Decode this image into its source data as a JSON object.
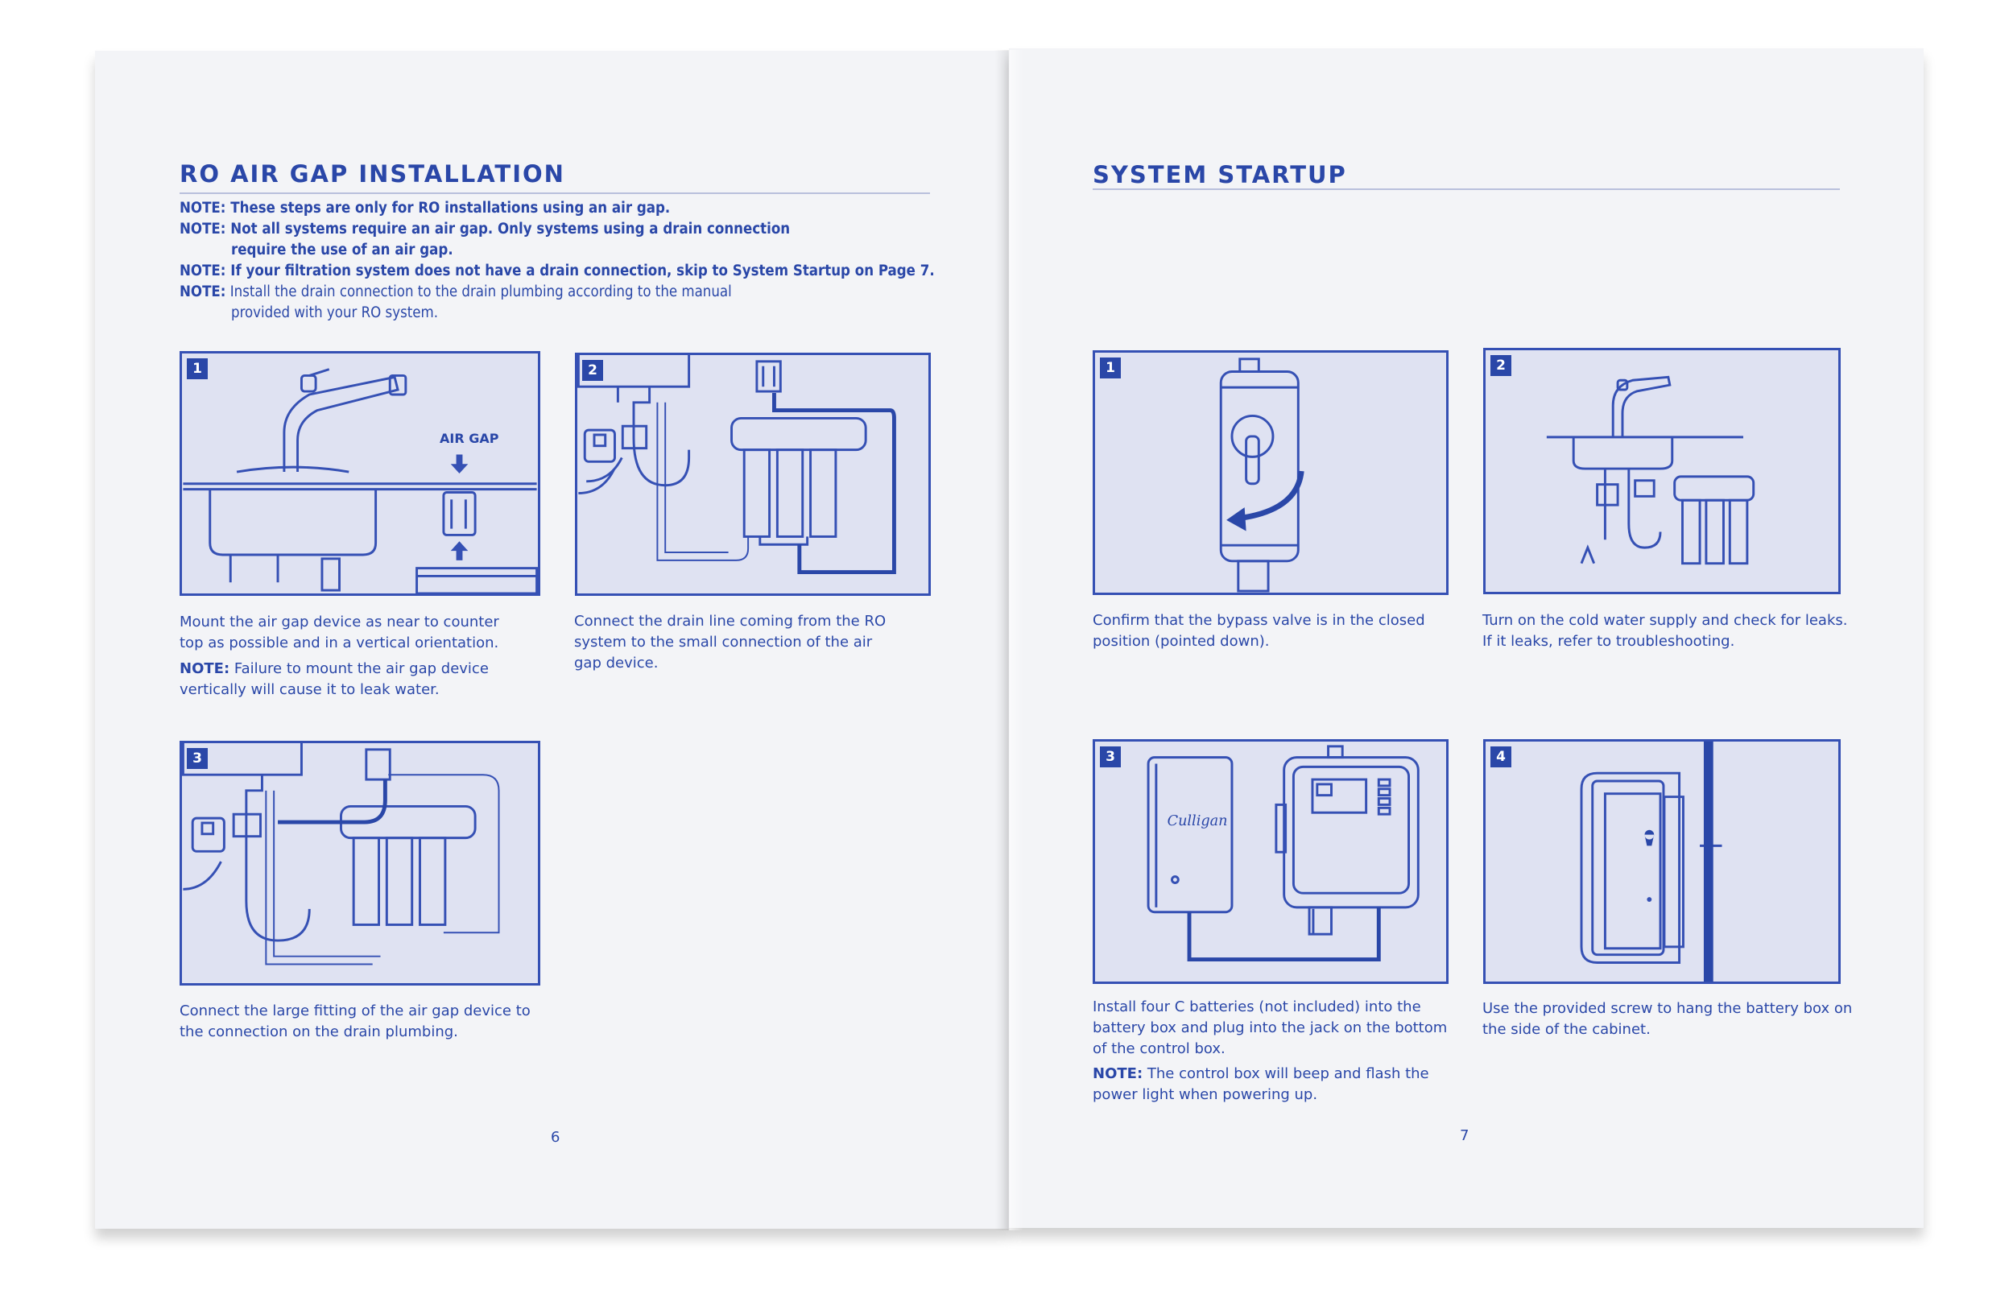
{
  "left_page": {
    "title": "RO AIR GAP INSTALLATION",
    "notes": [
      {
        "label": "NOTE:",
        "text": "These steps are only for RO installations using an air gap."
      },
      {
        "label": "NOTE:",
        "text": "Not all systems require an air gap. Only systems using a drain connection",
        "text2": "require the use of an air gap."
      },
      {
        "label": "NOTE:",
        "text": "If your filtration system does not have a drain connection, skip to System Startup on Page 7."
      },
      {
        "label": "NOTE:",
        "text": "Install the drain connection to the drain plumbing according to the manual",
        "text2": "provided with your RO system."
      }
    ],
    "steps": [
      {
        "number": "1",
        "label": "AIR GAP",
        "caption_lines": [
          "Mount the air gap device as near to counter",
          "top as possible and in a vertical orientation."
        ],
        "note_label": "NOTE:",
        "note_lines": [
          "Failure to mount the air gap device",
          "vertically will cause it to leak water."
        ]
      },
      {
        "number": "2",
        "caption_lines": [
          "Connect the drain line coming from the RO",
          "system to the small connection of the air",
          "gap device."
        ]
      },
      {
        "number": "3",
        "caption_lines": [
          "Connect the large fitting of the air gap device to",
          "the connection on the drain plumbing."
        ]
      }
    ],
    "page_number": "6"
  },
  "right_page": {
    "title": "SYSTEM STARTUP",
    "steps": [
      {
        "number": "1",
        "caption_lines": [
          "Confirm that the bypass valve is in the closed",
          "position (pointed down)."
        ]
      },
      {
        "number": "2",
        "caption_lines": [
          "Turn on the cold water supply and check for leaks.",
          "If it leaks, refer to troubleshooting."
        ]
      },
      {
        "number": "3",
        "caption_lines": [
          "Install four C batteries (not included) into the",
          "battery box and plug into the jack on the bottom",
          "of the control box."
        ],
        "note_label": "NOTE:",
        "note_lines": [
          "The control box will beep and flash the",
          "power light when powering up."
        ],
        "brand": "Culligan"
      },
      {
        "number": "4",
        "caption_lines": [
          "Use the provided screw to hang the battery box on",
          "the side of the cabinet."
        ]
      }
    ],
    "page_number": "7"
  },
  "colors": {
    "ink": "#2a47a8",
    "panel_fill": "#dfe2f2",
    "paper": "#f3f4f7"
  }
}
